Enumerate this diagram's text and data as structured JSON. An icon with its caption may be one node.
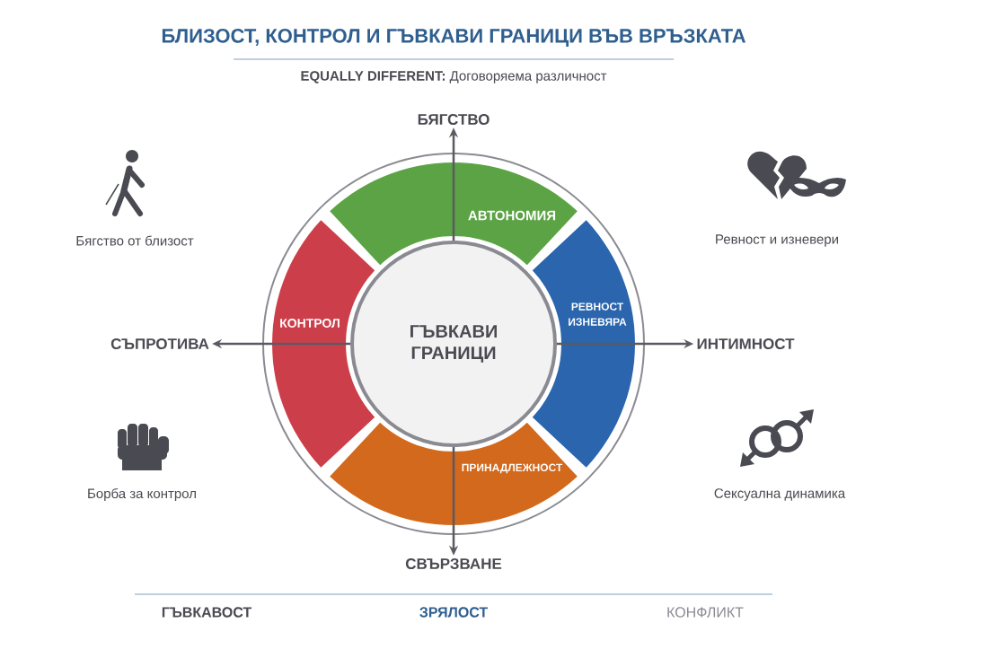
{
  "diagram": {
    "title": "БЛИЗОСТ, КОНТРОЛ И ГЪВКАВИ ГРАНИЦИ ВЪВ ВРЪЗКАТА",
    "nodes": [
      {
        "text": [
          "БЯГСТВО"
        ]
      },
      {
        "text": [
          "АВТОНОМИЯ"
        ]
      },
      {
        "text": [
          "СЪПРОТИВА"
        ]
      },
      {
        "text": [
          "КОНТРОЛ"
        ]
      },
      {
        "text": [
          "ГЪВКАВИ ГРАНИЦИ"
        ]
      },
      {
        "text": [
          "РЕВНОСТ ИЗНЕВЯРА"
        ]
      },
      {
        "text": [
          "ИНТИМНОСТ"
        ]
      },
      {
        "text": [
          "ПРИНАДЛЕЖНОСТ"
        ]
      },
      {
        "text": [
          "СВЪРЗВАНЕ"
        ]
      }
    ],
    "edges": [
      {
        "from": 4,
        "to": 0,
        "arrow": "to"
      },
      {
        "from": 4,
        "to": 2,
        "arrow": "to"
      },
      {
        "from": 4,
        "to": 6,
        "arrow": "to"
      },
      {
        "from": 4,
        "to": 8,
        "arrow": "to"
      }
    ],
    "labels": [
      "**EQUALLY DIFFERENT:** Договоряема различност",
      "Бягство от близост",
      "Ревност и изневери",
      "Борба за контрол",
      "Сексуална динамика",
      "ГЪВКАВОСТ",
      "ЗРЯЛОСТ",
      "КОНФЛИКТ"
    ]
  }
}
